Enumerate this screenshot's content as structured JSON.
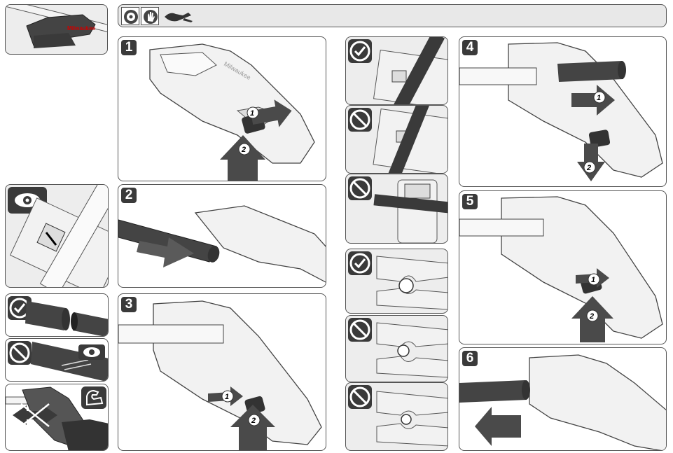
{
  "header": {
    "icons": [
      "eye-protection-icon",
      "glove-icon",
      "hand-warning-icon"
    ]
  },
  "steps": [
    {
      "label": "1"
    },
    {
      "label": "2"
    },
    {
      "label": "3"
    },
    {
      "label": "4"
    },
    {
      "label": "5"
    },
    {
      "label": "6"
    }
  ],
  "callouts": {
    "one": "1",
    "two": "2"
  },
  "brand_text": "Milwaukee",
  "colors": {
    "panel_border": "#555555",
    "badge_dark": "#3a3a3a",
    "arrow_dark": "#4a4a4a",
    "tool_fill": "#f2f2f2"
  }
}
